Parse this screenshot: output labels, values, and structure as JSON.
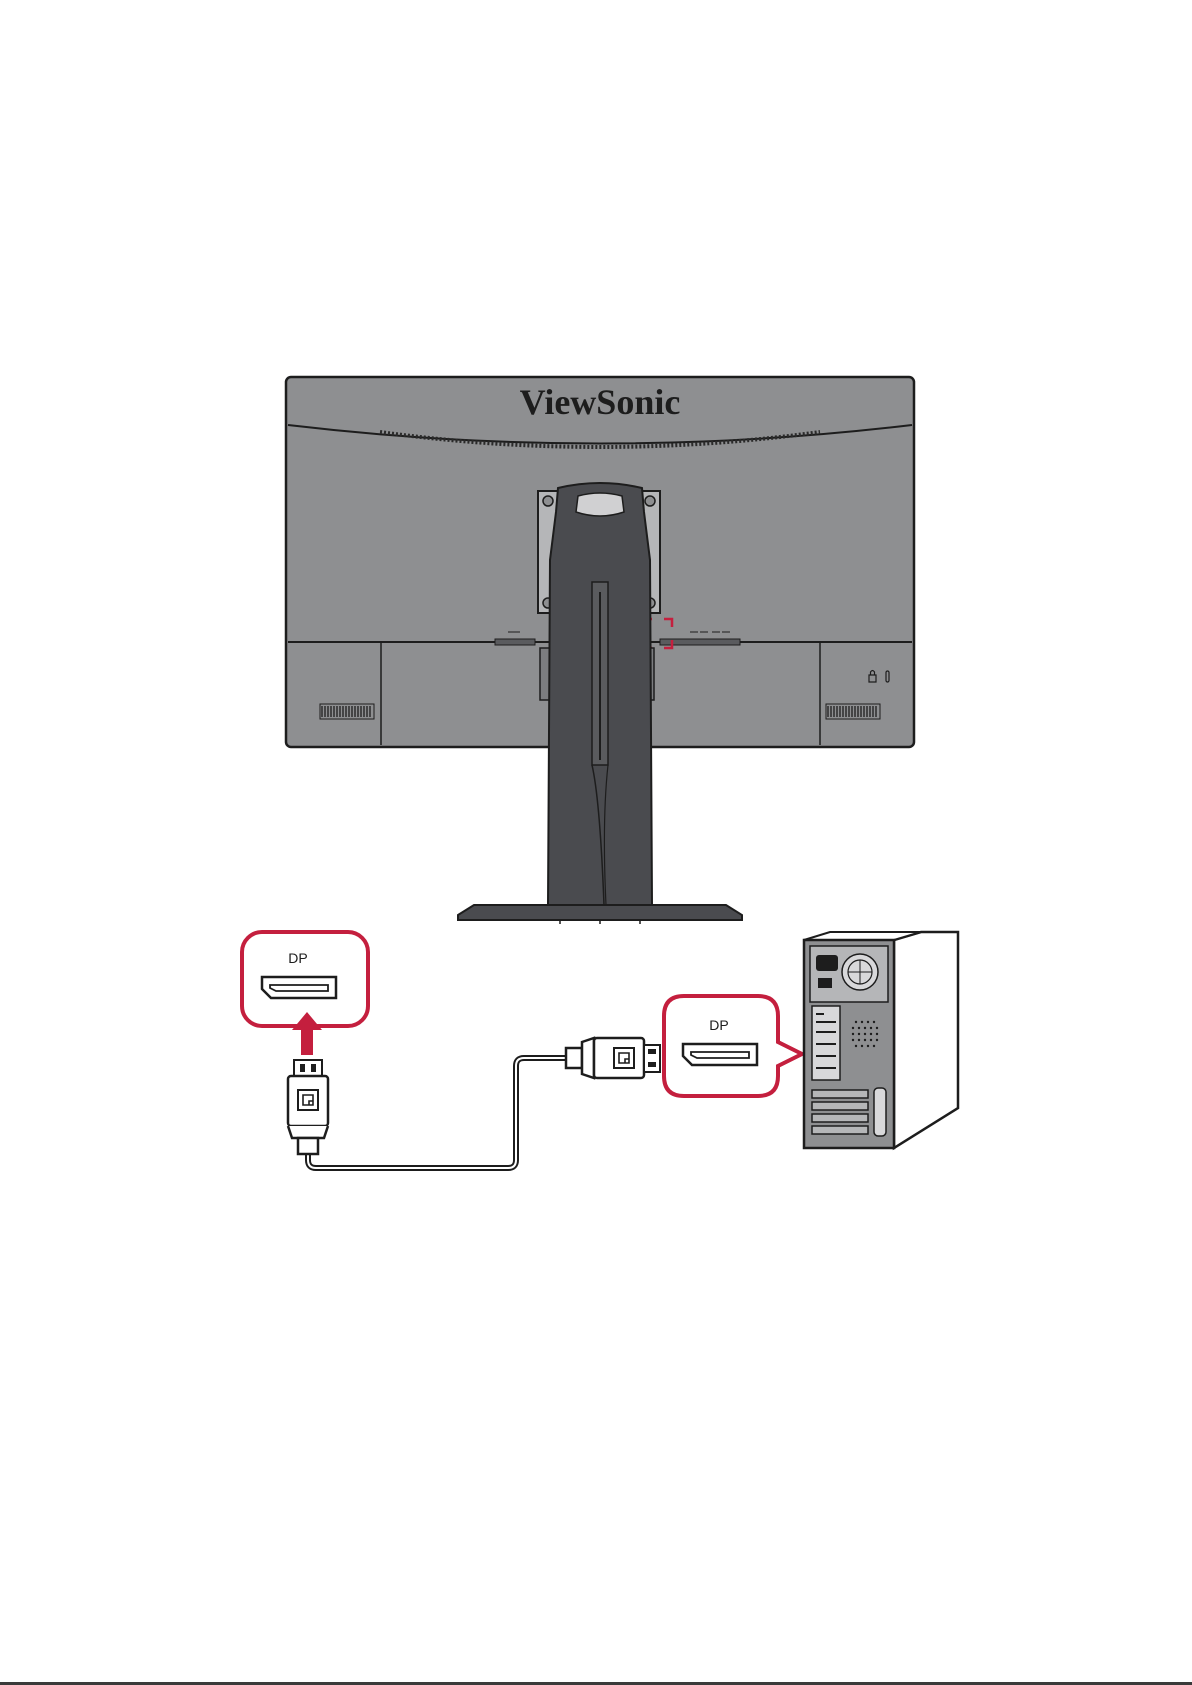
{
  "monitor": {
    "brand": "ViewSonic"
  },
  "callouts": {
    "monitor_port_label": "DP",
    "computer_port_label": "DP"
  },
  "footer": {
    "text": ""
  },
  "colors": {
    "accent_red": "#c41f3e",
    "monitor_body": "#8e8f91",
    "stand_dark": "#4a4b4f",
    "outline": "#1d1d1d"
  },
  "icons": {
    "arrow": "up-arrow-icon",
    "plug": "displayport-plug-icon",
    "port": "displayport-port-icon"
  }
}
